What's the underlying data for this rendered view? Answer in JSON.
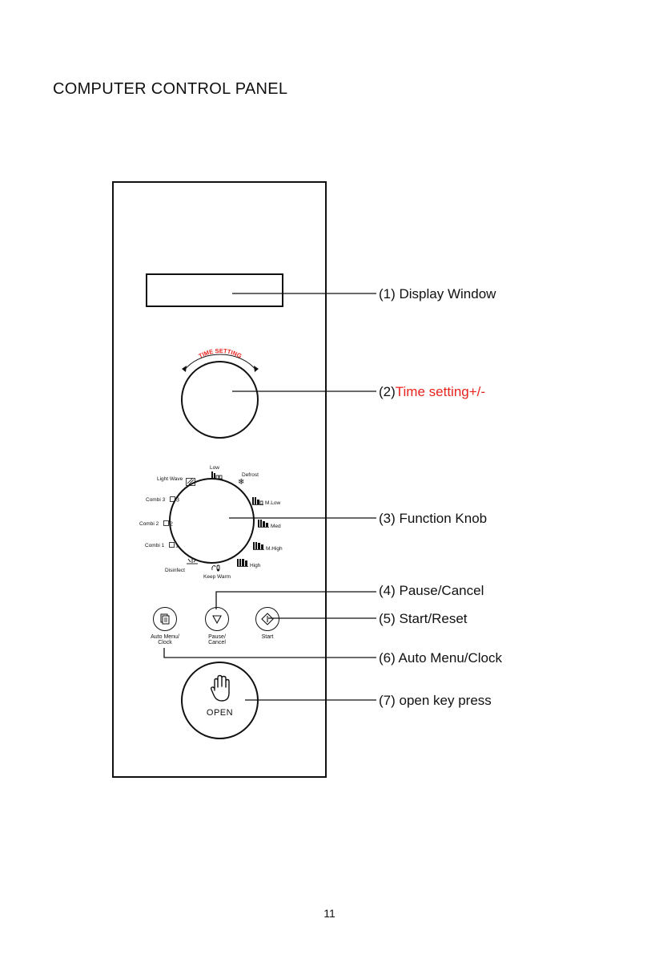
{
  "title": "COMPUTER CONTROL PANEL",
  "time_setting_arc_label": "TIME SETTING",
  "function_labels": {
    "low": "Low",
    "defrost": "Defrost",
    "light_wave": "Light Wave",
    "m_low": "M.Low",
    "combi3": "Combi 3",
    "med": "Med",
    "combi2": "Combi 2",
    "m_high": "M.High",
    "combi1": "Combi 1",
    "high": "High",
    "disinfect": "Disinfect",
    "keep_warm": "Keep Warm"
  },
  "buttons": {
    "auto_menu_line1": "Auto Menu/",
    "auto_menu_line2": "Clock",
    "pause_line1": "Pause/",
    "pause_line2": "Cancel",
    "start": "Start"
  },
  "open_label": "OPEN",
  "callouts": {
    "c1": "(1) Display Window",
    "c2_num": "(2)",
    "c2_text": "Time setting+/-",
    "c3": "(3) Function Knob",
    "c4": "(4) Pause/Cancel",
    "c5": "(5) Start/Reset",
    "c6": "(6) Auto Menu/Clock",
    "c7": "(7) open key press"
  },
  "colors": {
    "accent_red": "#e8231c"
  },
  "page_number": "11"
}
